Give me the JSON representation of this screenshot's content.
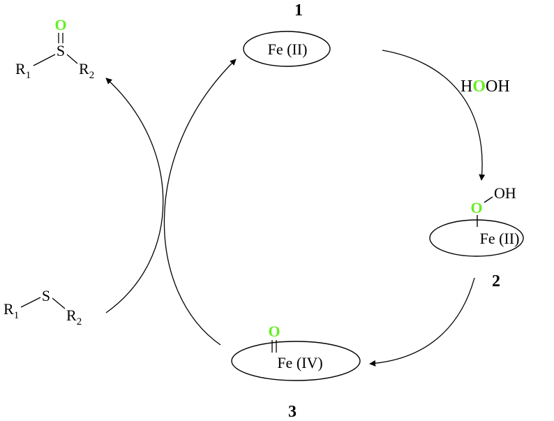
{
  "colors": {
    "ink": "#000000",
    "oxygen": "#66ee22",
    "background": "#ffffff"
  },
  "states": [
    {
      "id": "1",
      "label": "Fe (II)"
    },
    {
      "id": "2",
      "label": "Fe (II)",
      "ligand_o": "O",
      "ligand_h": "OH"
    },
    {
      "id": "3",
      "label": "Fe (IV)",
      "ligand_o": "O"
    }
  ],
  "reagent": {
    "left": "H",
    "middle": "O",
    "right": "OH"
  },
  "sulfoxide": {
    "o": "O",
    "s": "S",
    "r1": "R",
    "r1_sub": "1",
    "r2": "R",
    "r2_sub": "2"
  },
  "sulfide": {
    "s": "S",
    "r1": "R",
    "r1_sub": "1",
    "r2": "R",
    "r2_sub": "2"
  }
}
